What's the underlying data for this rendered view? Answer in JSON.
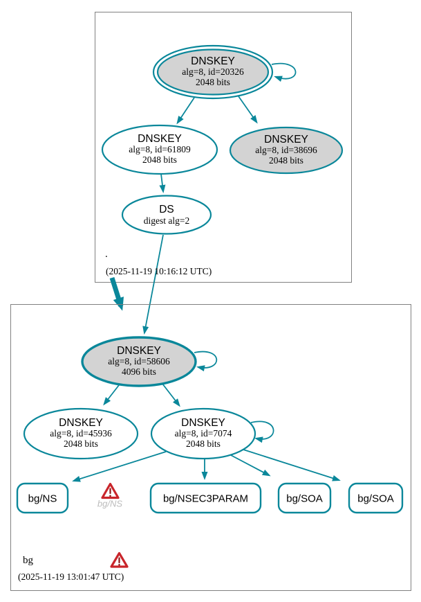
{
  "diagram": {
    "kind": "DNSSEC authentication chain graph",
    "colors": {
      "edge_teal": "#0a879a",
      "node_fill_gray": "#d3d3d3",
      "node_fill_white": "#ffffff",
      "zone_box_border": "#808080",
      "warning_red": "#c9252b",
      "muted_warning_text": "#bcbcbc"
    }
  },
  "zones": {
    "root": {
      "label": ".",
      "timestamp": "(2025-11-19 10:16:12 UTC)",
      "nodes": {
        "ksk20326": {
          "title": "DNSKEY",
          "detail1": "alg=8, id=20326",
          "detail2": "2048 bits"
        },
        "zsk61809": {
          "title": "DNSKEY",
          "detail1": "alg=8, id=61809",
          "detail2": "2048 bits"
        },
        "key38696": {
          "title": "DNSKEY",
          "detail1": "alg=8, id=38696",
          "detail2": "2048 bits"
        },
        "ds": {
          "title": "DS",
          "detail1": "digest alg=2"
        }
      }
    },
    "bg": {
      "label": "bg",
      "timestamp": "(2025-11-19 13:01:47 UTC)",
      "nodes": {
        "ksk58606": {
          "title": "DNSKEY",
          "detail1": "alg=8, id=58606",
          "detail2": "4096 bits"
        },
        "zsk45936": {
          "title": "DNSKEY",
          "detail1": "alg=8, id=45936",
          "detail2": "2048 bits"
        },
        "zsk7074": {
          "title": "DNSKEY",
          "detail1": "alg=8, id=7074",
          "detail2": "2048 bits"
        },
        "rrset_ns": {
          "label": "bg/NS"
        },
        "rrset_nsec3param": {
          "label": "bg/NSEC3PARAM"
        },
        "rrset_soa_1": {
          "label": "bg/SOA"
        },
        "rrset_soa_2": {
          "label": "bg/SOA"
        },
        "warning_ns": {
          "label": "bg/NS"
        }
      }
    }
  },
  "edges": [
    {
      "from": "root/DNSKEY-20326",
      "to": "root/DNSKEY-20326",
      "type": "self-sign"
    },
    {
      "from": "root/DNSKEY-20326",
      "to": "root/DNSKEY-61809",
      "type": "sign"
    },
    {
      "from": "root/DNSKEY-20326",
      "to": "root/DNSKEY-38696",
      "type": "sign"
    },
    {
      "from": "root/DNSKEY-61809",
      "to": "root/DS",
      "type": "sign"
    },
    {
      "from": "root/DS",
      "to": "bg/DNSKEY-58606",
      "type": "secure-delegation"
    },
    {
      "from": "root-zone",
      "to": "bg-zone",
      "type": "delegation-thick-arrow"
    },
    {
      "from": "bg/DNSKEY-58606",
      "to": "bg/DNSKEY-58606",
      "type": "self-sign"
    },
    {
      "from": "bg/DNSKEY-58606",
      "to": "bg/DNSKEY-45936",
      "type": "sign"
    },
    {
      "from": "bg/DNSKEY-58606",
      "to": "bg/DNSKEY-7074",
      "type": "sign"
    },
    {
      "from": "bg/DNSKEY-7074",
      "to": "bg/DNSKEY-7074",
      "type": "self-sign"
    },
    {
      "from": "bg/DNSKEY-7074",
      "to": "bg/NS",
      "type": "sign"
    },
    {
      "from": "bg/DNSKEY-7074",
      "to": "bg/NSEC3PARAM",
      "type": "sign"
    },
    {
      "from": "bg/DNSKEY-7074",
      "to": "bg/SOA-1",
      "type": "sign"
    },
    {
      "from": "bg/DNSKEY-7074",
      "to": "bg/SOA-2",
      "type": "sign"
    }
  ]
}
